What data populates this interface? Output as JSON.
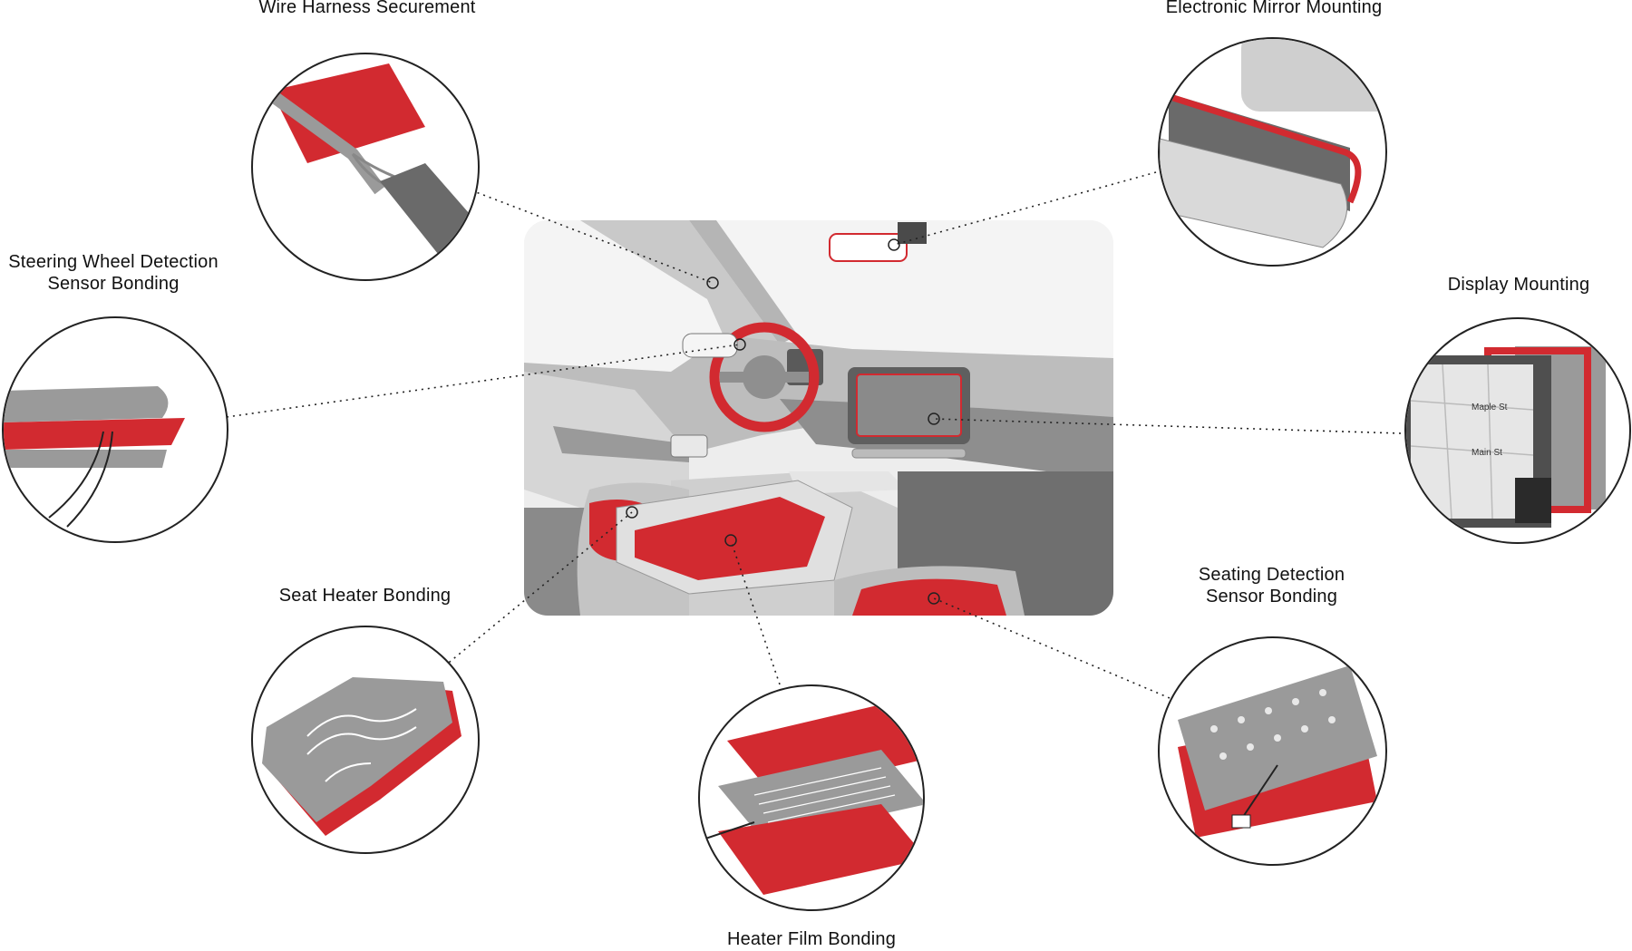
{
  "labels": {
    "wire_harness": "Wire Harness Securement",
    "electronic_mirror": "Electronic Mirror Mounting",
    "steering_wheel_line1": "Steering Wheel Detection",
    "steering_wheel_line2": "Sensor Bonding",
    "display": "Display Mounting",
    "seat_heater": "Seat Heater Bonding",
    "seating_detection_line1": "Seating Detection",
    "seating_detection_line2": "Sensor Bonding",
    "heater_film": "Heater Film Bonding"
  },
  "map_text": {
    "street_1": "Maple St",
    "street_2": "Main St"
  },
  "colors": {
    "accent_red": "#d22a30",
    "dark_gray": "#5a5a5a",
    "mid_gray": "#9a9a9a",
    "light_gray": "#cfcfcf",
    "panel_bg": "#ededed"
  }
}
